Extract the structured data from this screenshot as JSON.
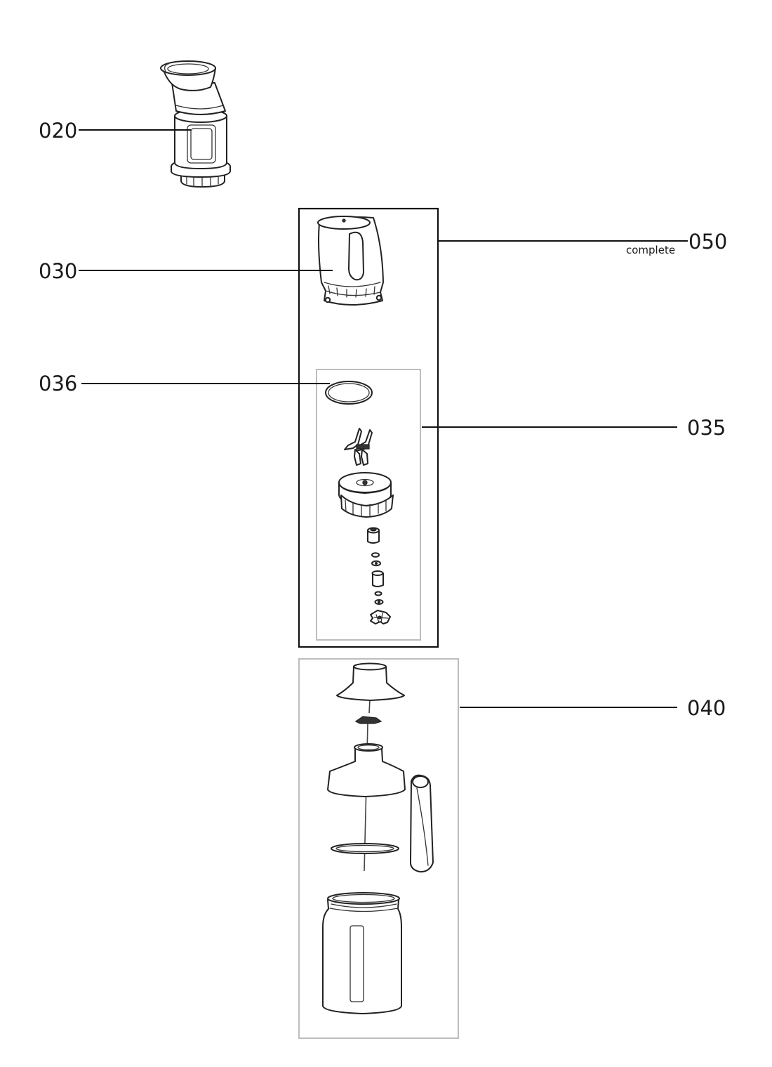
{
  "callouts": {
    "c020": "020",
    "c030": "030",
    "c036": "036",
    "c050": "050",
    "c050_note": "complete",
    "c035": "035",
    "c040": "040"
  },
  "colors": {
    "line": "#222222",
    "group_box": "#111111",
    "sub_box": "#bdbdbd",
    "background": "#ffffff"
  }
}
